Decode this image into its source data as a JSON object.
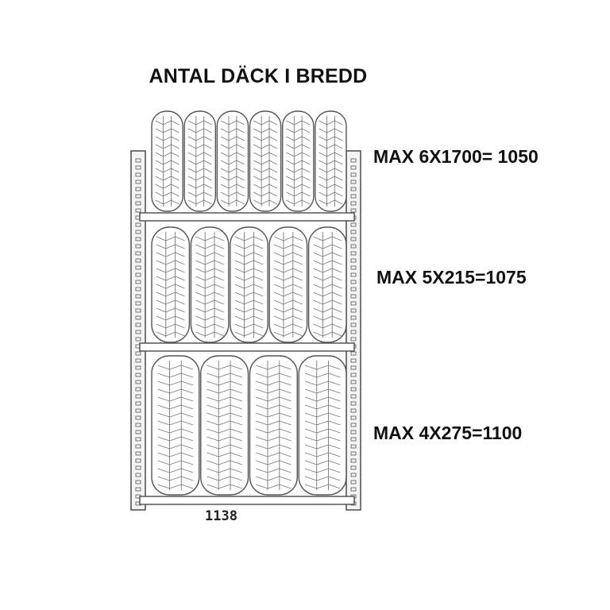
{
  "title": "ANTAL DÄCK I BREDD",
  "shelves": [
    {
      "label": "MAX 6X1700= 1050",
      "tire_count": 6
    },
    {
      "label": "MAX 5X215=1075",
      "tire_count": 5
    },
    {
      "label": "MAX 4X275=1100",
      "tire_count": 4
    }
  ],
  "width_label": "1138",
  "colors": {
    "line": "#555555",
    "frame_fill": "#f4f4f4",
    "tread": "#777777"
  }
}
